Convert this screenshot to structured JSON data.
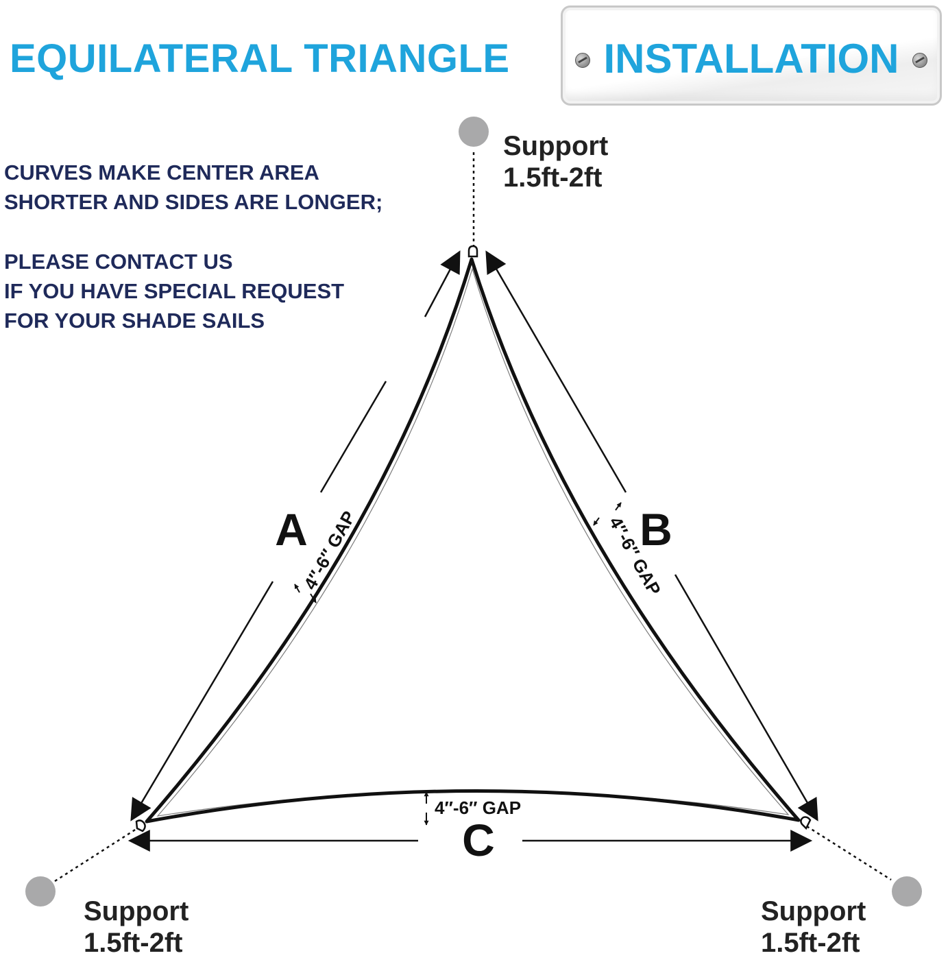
{
  "title": "EQUILATERAL TRIANGLE",
  "plaque": {
    "label": "INSTALLATION"
  },
  "notes": {
    "line1": "CURVES MAKE CENTER AREA",
    "line2": "SHORTER AND SIDES ARE LONGER;",
    "line3": "PLEASE CONTACT US",
    "line4": "IF YOU HAVE SPECIAL REQUEST",
    "line5": "FOR YOUR SHADE SAILS"
  },
  "supports": {
    "top": {
      "label": "Support",
      "distance": "1.5ft-2ft"
    },
    "bottom_left": {
      "label": "Support",
      "distance": "1.5ft-2ft"
    },
    "bottom_right": {
      "label": "Support",
      "distance": "1.5ft-2ft"
    }
  },
  "sides": {
    "a": "A",
    "b": "B",
    "c": "C"
  },
  "gap": "4″-6″ GAP",
  "colors": {
    "accent": "#1fa4dc",
    "note_text": "#1f2a5a",
    "support_post": "#a9a9aa",
    "line": "#111111"
  }
}
